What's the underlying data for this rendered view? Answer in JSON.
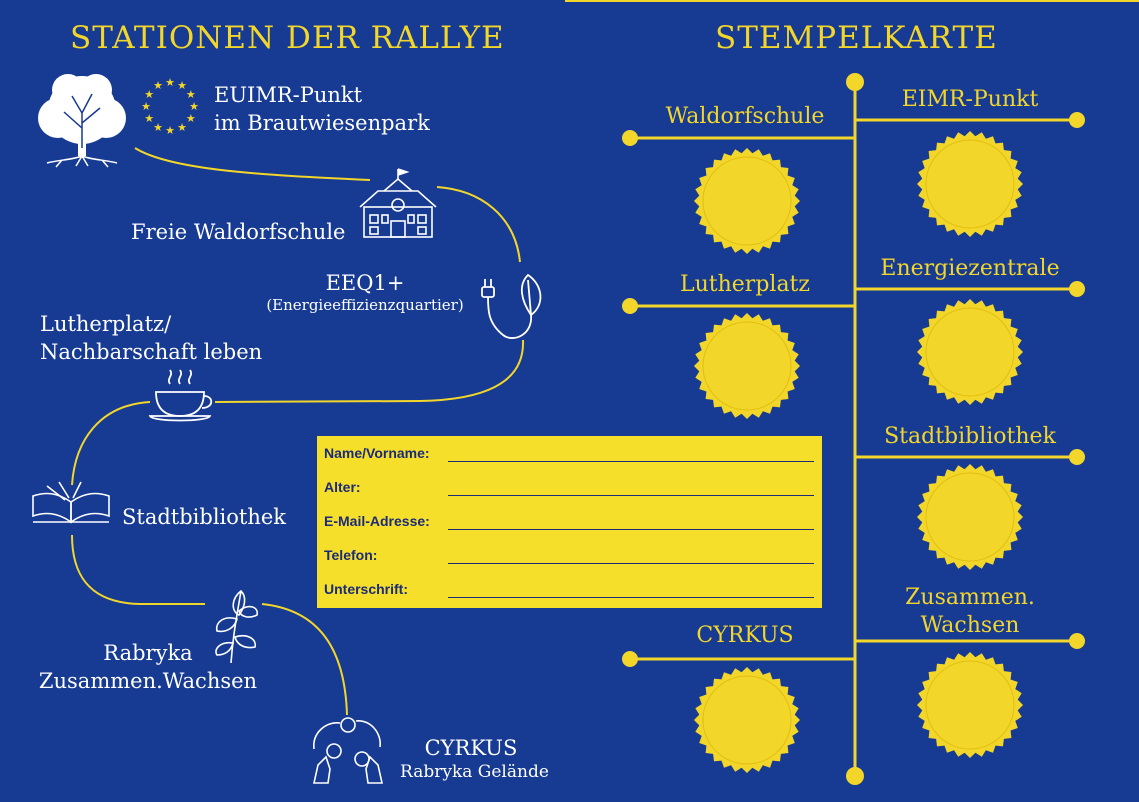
{
  "left": {
    "title": "STATIONEN DER RALLYE",
    "stations": [
      {
        "id": "euimr",
        "lines": [
          "EUIMR-Punkt",
          "im Brautwiesenpark"
        ]
      },
      {
        "id": "waldorf",
        "lines": [
          "Freie Waldorfschule"
        ]
      },
      {
        "id": "eeq",
        "lines": [
          "EEQ1+",
          "(Energieeffizienzquartier)"
        ]
      },
      {
        "id": "luther",
        "lines": [
          "Lutherplatz/",
          "Nachbarschaft leben"
        ]
      },
      {
        "id": "bib",
        "lines": [
          "Stadtbibliothek"
        ]
      },
      {
        "id": "rabryka",
        "lines": [
          "Rabryka",
          "Zusammen.Wachsen"
        ]
      },
      {
        "id": "cyrkus",
        "lines": [
          "CYRKUS",
          "Rabryka Gelände"
        ]
      }
    ]
  },
  "right": {
    "title": "STEMPELKARTE",
    "stamps_left": [
      {
        "label": "Waldorfschule"
      },
      {
        "label": "Lutherplatz"
      },
      {
        "label": "CYRKUS"
      }
    ],
    "stamps_right": [
      {
        "label": "EIMR-Punkt"
      },
      {
        "label": "Energiezentrale"
      },
      {
        "label": "Stadtbibliothek"
      },
      {
        "label_lines": [
          "Zusammen.",
          "Wachsen"
        ]
      }
    ]
  },
  "form": {
    "fields": [
      "Name/Vorname:",
      "Alter:",
      "E-Mail-Adresse:",
      "Telefon:",
      "Unterschrift:"
    ]
  },
  "colors": {
    "background": "#173a93",
    "accent": "#f3d62a",
    "text": "#ffffff",
    "form": "#f6df2a"
  }
}
